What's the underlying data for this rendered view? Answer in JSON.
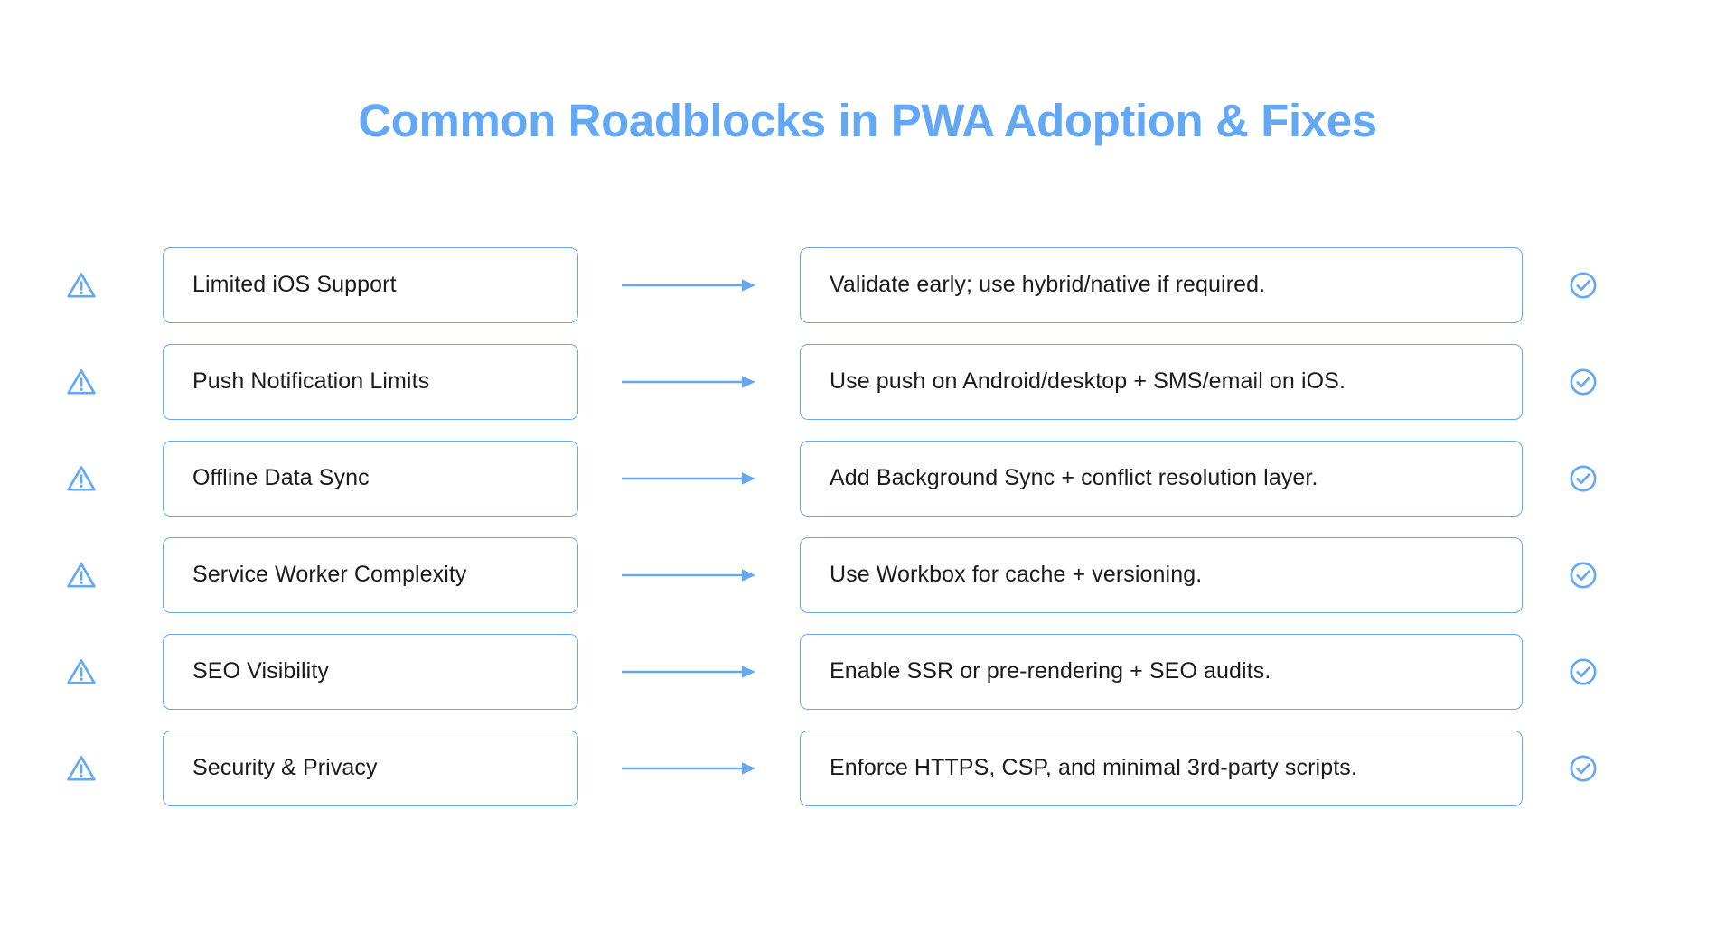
{
  "page": {
    "background_color": "#ffffff",
    "accent_color": "#62a8f5",
    "text_color": "#1b1b1b"
  },
  "header": {
    "title": "Common Roadblocks in PWA Adoption & Fixes"
  },
  "icons": {
    "warning": "warning-triangle-icon",
    "arrow": "arrow-right-icon",
    "check": "check-circle-icon"
  },
  "rows": [
    {
      "warn_icon": "warning-triangle-icon",
      "problem": "Limited iOS Support",
      "arrow_icon": "arrow-right-icon",
      "solution": "Validate early; use hybrid/native if required.",
      "check_icon": "check-circle-icon"
    },
    {
      "warn_icon": "warning-triangle-icon",
      "problem": "Push Notification Limits",
      "arrow_icon": "arrow-right-icon",
      "solution": "Use push on Android/desktop + SMS/email on iOS.",
      "check_icon": "check-circle-icon"
    },
    {
      "warn_icon": "warning-triangle-icon",
      "problem": "Offline Data Sync",
      "arrow_icon": "arrow-right-icon",
      "solution": "Add Background Sync + conflict resolution layer.",
      "check_icon": "check-circle-icon"
    },
    {
      "warn_icon": "warning-triangle-icon",
      "problem": "Service Worker Complexity",
      "arrow_icon": "arrow-right-icon",
      "solution": "Use Workbox for cache + versioning.",
      "check_icon": "check-circle-icon"
    },
    {
      "warn_icon": "warning-triangle-icon",
      "problem": "SEO Visibility",
      "arrow_icon": "arrow-right-icon",
      "solution": "Enable SSR or pre-rendering + SEO audits.",
      "check_icon": "check-circle-icon"
    },
    {
      "warn_icon": "warning-triangle-icon",
      "problem": "Security & Privacy",
      "arrow_icon": "arrow-right-icon",
      "solution": " Enforce HTTPS, CSP, and minimal 3rd-party scripts.",
      "check_icon": "check-circle-icon"
    }
  ]
}
